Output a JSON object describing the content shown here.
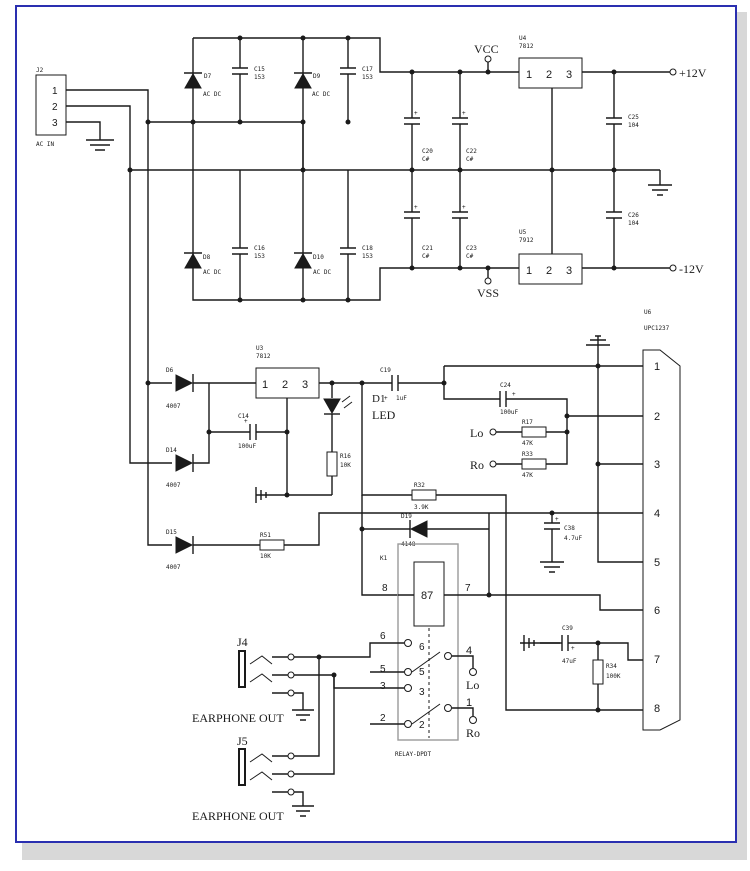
{
  "labels": {
    "j2": "J2",
    "j2_pins": [
      "1",
      "2",
      "3"
    ],
    "ac_in": "AC IN",
    "d7": "D7",
    "d8": "D8",
    "d9": "D9",
    "d10": "D10",
    "acdc": "AC DC",
    "c15": "C15",
    "c16": "C16",
    "c17": "C17",
    "c18": "C18",
    "val_153": "153",
    "c20": "C20",
    "c21": "C21",
    "c22": "C22",
    "c23": "C23",
    "val_cap": "C#",
    "vcc": "VCC",
    "vss": "VSS",
    "u4": "U4",
    "u4_type": "7812",
    "u5": "U5",
    "u5_type": "7912",
    "reg_pins": [
      "1",
      "2",
      "3"
    ],
    "c25": "C25",
    "c26": "C26",
    "val_104": "104",
    "plus12": "+12V",
    "minus12": "-12V",
    "u3": "U3",
    "u3_type": "7812",
    "d6": "D6",
    "d14": "D14",
    "d15": "D15",
    "val_4007": "4007",
    "c14": "C14",
    "val_100uf": "100uF",
    "d1": "D1",
    "led": "LED",
    "r16": "R16",
    "val_10k": "10K",
    "r51": "R51",
    "c19": "C19",
    "c19_val": "1uF",
    "c24": "C24",
    "r17": "R17",
    "r33": "R33",
    "val_47k": "47K",
    "lo": "Lo",
    "ro": "Ro",
    "r32": "R32",
    "val_3_9k": "3.9K",
    "d19": "D19",
    "val_4148": "4148",
    "c38": "C38",
    "val_4_7uf": "4.7uF",
    "c39": "C39",
    "val_47uf": "47uF",
    "r34": "R34",
    "val_100k": "100K",
    "u6": "U6",
    "u6_type": "UPC1237",
    "u6_pins": [
      "1",
      "2",
      "3",
      "4",
      "5",
      "6",
      "7",
      "8"
    ],
    "k1": "K1",
    "relay_87": "87",
    "relay_type": "RELAY-DPDT",
    "relay_pins": {
      "p8": "8",
      "p7": "7",
      "p6": "6",
      "p5": "5",
      "p3": "3",
      "p2": "2",
      "p4": "4",
      "p1": "1"
    },
    "j4": "J4",
    "j5": "J5",
    "earphone_out": "EARPHONE OUT"
  }
}
